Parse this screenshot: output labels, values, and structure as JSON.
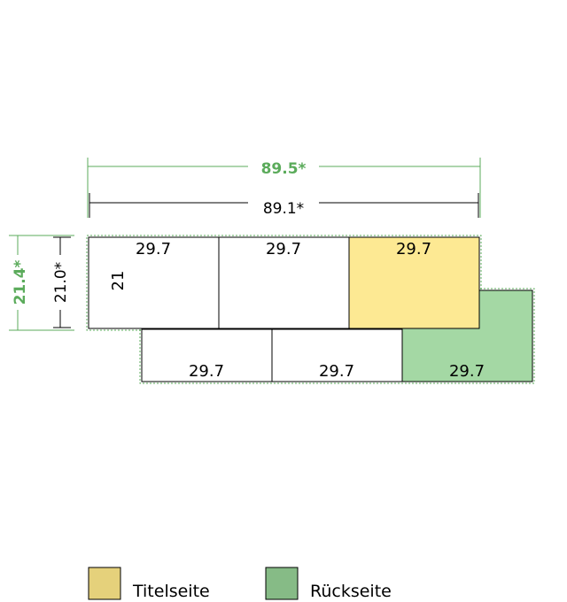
{
  "dimensions": {
    "total_width_bleed": "89.5*",
    "total_width": "89.1*",
    "total_height_bleed": "21.4*",
    "total_height": "21.0*",
    "panel_height": "21"
  },
  "panels": {
    "top": [
      "29.7",
      "29.7",
      "29.7"
    ],
    "bottom": [
      "29.7",
      "29.7",
      "29.7"
    ]
  },
  "legend": [
    {
      "label": "Titelseite",
      "color": "#e5d17b"
    },
    {
      "label": "Rückseite",
      "color": "#86bb86"
    }
  ],
  "colors": {
    "title_page_fill": "#fde993",
    "back_page_fill": "#a4d8a4",
    "dimension_green": "#5bab5b"
  }
}
